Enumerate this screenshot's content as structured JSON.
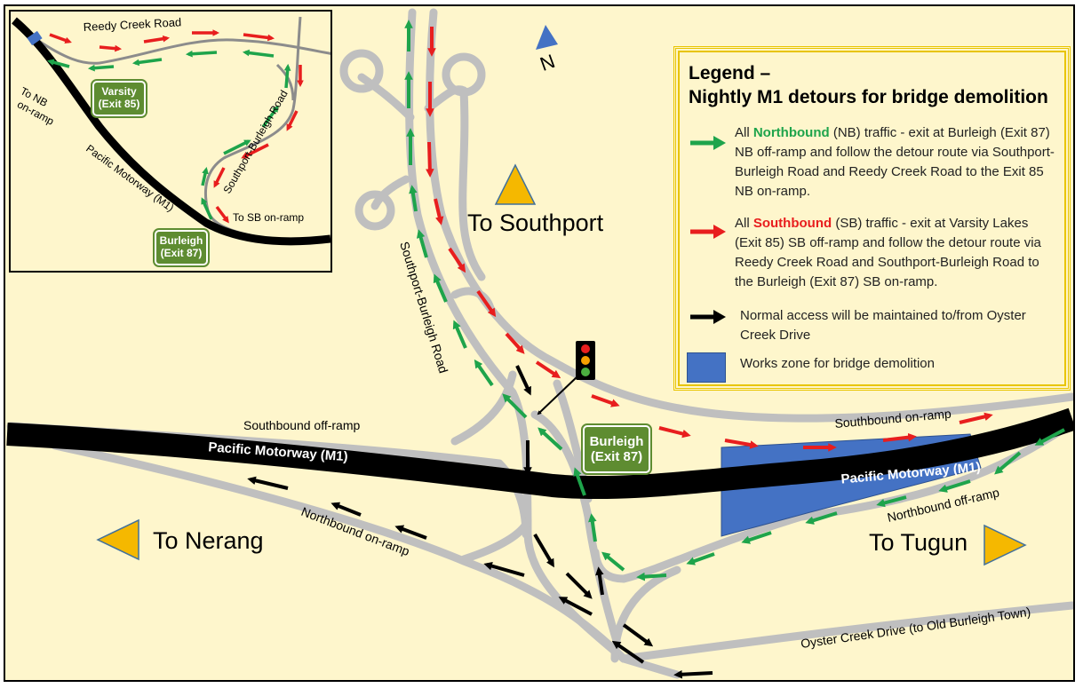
{
  "colors": {
    "background": "#FEF6CC",
    "road": "#BFBFBF",
    "motorway": "#000000",
    "northbound": "#1EA44B",
    "southbound": "#E81E1E",
    "exit_badge": "#5E8C31",
    "works_zone": "#4472C4",
    "direction_marker": "#F5B800",
    "legend_border": "#E8C400"
  },
  "legend": {
    "title_line1": "Legend –",
    "title_line2": "Nightly M1 detours for bridge demolition",
    "nb": {
      "pre": "All ",
      "bold": "Northbound",
      "line1_rest": " (NB) traffic - exit at Burleigh (Exit 87)",
      "line2": "NB off-ramp and follow the detour route via Southport-",
      "line3": "Burleigh Road and Reedy Creek Road to the Exit 85",
      "line4": "NB on-ramp."
    },
    "sb": {
      "pre": "All ",
      "bold": "Southbound",
      "line1_rest": " (SB) traffic - exit at Varsity Lakes",
      "line2": "(Exit 85) SB off-ramp and follow the detour route via",
      "line3": "Reedy Creek Road and Southport-Burleigh Road to",
      "line4": "the Burleigh (Exit 87) SB on-ramp."
    },
    "normal": {
      "line1": "Normal access will be maintained to/from Oyster",
      "line2": "Creek Drive"
    },
    "works": {
      "line1": "Works zone for bridge demolition"
    }
  },
  "main_map": {
    "north": "N",
    "to_southport": "To Southport",
    "to_nerang": "To Nerang",
    "to_tugun": "To Tugun",
    "motorway_left": "Pacific Motorway (M1)",
    "motorway_right": "Pacific Motorway (M1)",
    "southbound_offramp": "Southbound off-ramp",
    "northbound_onramp": "Northbound on-ramp",
    "southbound_onramp": "Southbound on-ramp",
    "northbound_offramp": "Northbound off-ramp",
    "southport_burleigh_road": "Southport-Burleigh Road",
    "oyster_creek_drive": "Oyster Creek Drive (to Old Burleigh Town)",
    "burleigh_exit_line1": "Burleigh",
    "burleigh_exit_line2": "(Exit 87)",
    "traffic_light_icon": "traffic-light-icon"
  },
  "inset": {
    "reedy_creek_road": "Reedy Creek Road",
    "to_nb_onramp_line1": "To NB",
    "to_nb_onramp_line2": "on-ramp",
    "varsity_line1": "Varsity",
    "varsity_line2": "(Exit 85)",
    "southport_burleigh_road": "Southport-Burleigh Road",
    "pacific_motorway": "Pacific Motorway (M1)",
    "to_sb_onramp": "To SB on-ramp",
    "burleigh_line1": "Burleigh",
    "burleigh_line2": "(Exit 87)"
  }
}
